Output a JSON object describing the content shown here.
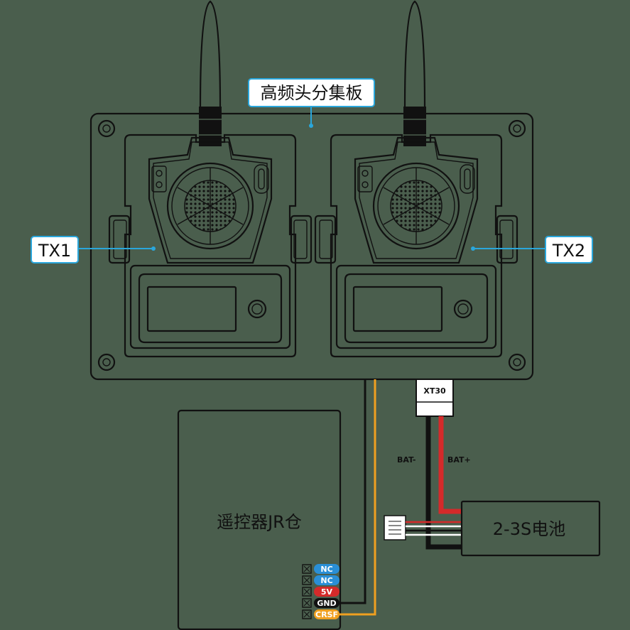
{
  "labels": {
    "board": "高频头分集板",
    "tx1": "TX1",
    "tx2": "TX2",
    "bay": "遥控器JR仓",
    "battery": "2-3S电池",
    "xt30": "XT30",
    "bat_neg": "BAT-",
    "bat_pos": "BAT+"
  },
  "pins": [
    {
      "label": "NC",
      "color": "#2a8fd6"
    },
    {
      "label": "NC",
      "color": "#2a8fd6"
    },
    {
      "label": "5V",
      "color": "#d42a2a"
    },
    {
      "label": "GND",
      "color": "#111111"
    },
    {
      "label": "CRSF",
      "color": "#f0a020"
    }
  ],
  "colors": {
    "background": "#4a5e4d",
    "accent": "#2aa7dc",
    "wire_signal": "#f0a020",
    "wire_power": "#d42a2a",
    "wire_ground": "#111111"
  }
}
